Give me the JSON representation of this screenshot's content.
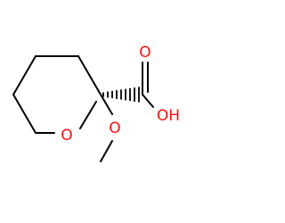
{
  "molecule": {
    "atom_labels": {
      "carbonyl_oxygen": "O",
      "hydroxyl_group": "OH",
      "ring_oxygen": "O",
      "methoxy_oxygen": "O"
    },
    "colors": {
      "bond": "#000000",
      "heteroatom": "#ff0d0d",
      "background": "#ffffff"
    }
  }
}
